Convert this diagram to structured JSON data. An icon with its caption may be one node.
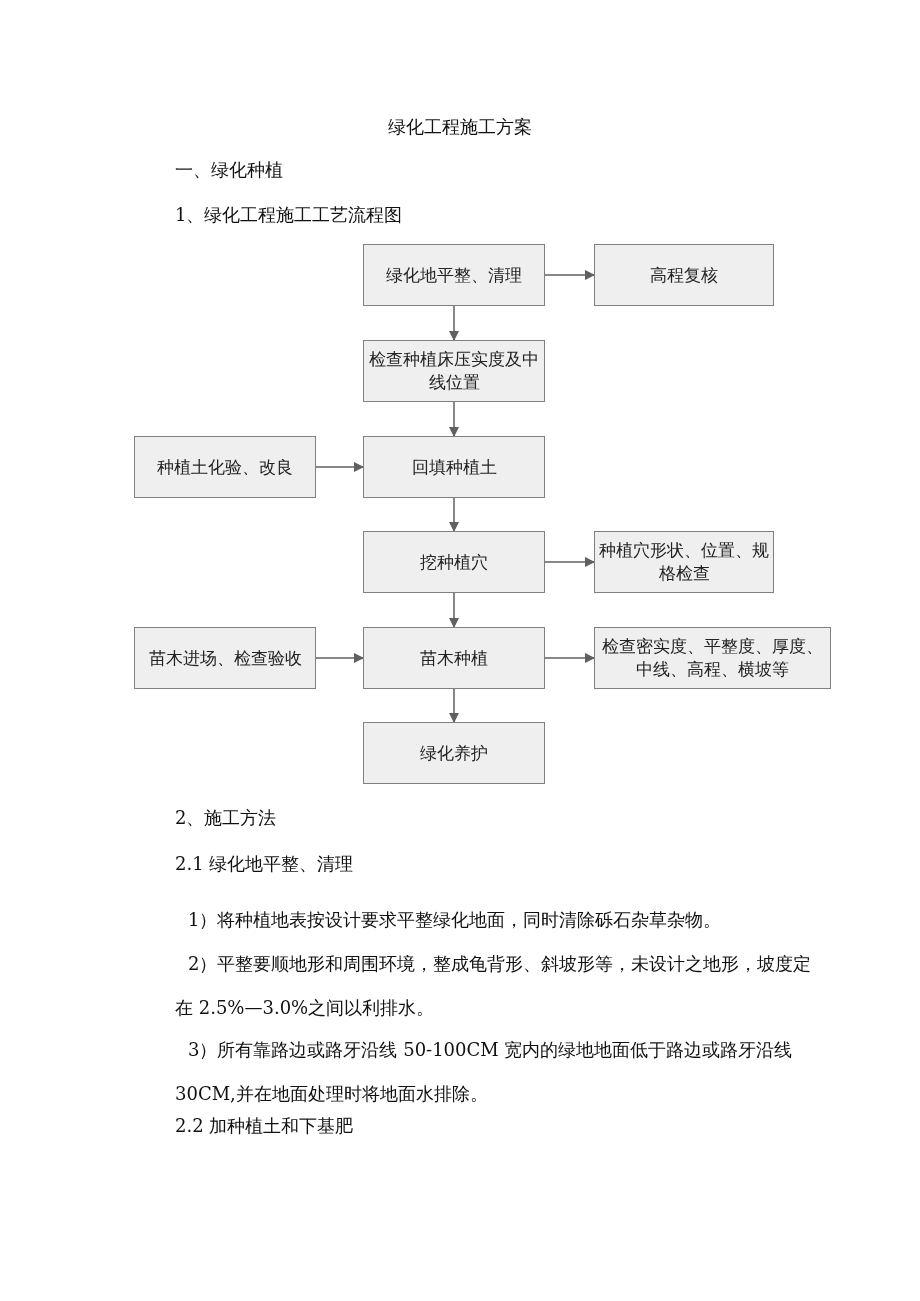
{
  "diagram": {
    "title": "绿化工程施工方案",
    "nodes": [
      {
        "text": [
          "绿化地平整、清理"
        ]
      },
      {
        "text": [
          "高程复核"
        ]
      },
      {
        "text": [
          "检查种植床压实度及中线位置"
        ]
      },
      {
        "text": [
          "种植土化验、改良"
        ]
      },
      {
        "text": [
          "回填种植土"
        ]
      },
      {
        "text": [
          "挖种植穴"
        ]
      },
      {
        "text": [
          "种植穴形状、位置、规格检查"
        ]
      },
      {
        "text": [
          "苗木进场、检查验收"
        ]
      },
      {
        "text": [
          "苗木种植"
        ]
      },
      {
        "text": [
          "检查密实度、平整度、厚度、中线、高程、横坡等"
        ]
      },
      {
        "text": [
          "绿化养护"
        ]
      }
    ],
    "edges": [
      {
        "from": 0,
        "to": 1,
        "arrow": "to"
      },
      {
        "from": 0,
        "to": 2,
        "arrow": "to"
      },
      {
        "from": 2,
        "to": 4,
        "arrow": "to"
      },
      {
        "from": 3,
        "to": 4,
        "arrow": "to"
      },
      {
        "from": 4,
        "to": 5,
        "arrow": "to"
      },
      {
        "from": 5,
        "to": 6,
        "arrow": "to"
      },
      {
        "from": 5,
        "to": 8,
        "arrow": "to"
      },
      {
        "from": 7,
        "to": 8,
        "arrow": "to"
      },
      {
        "from": 8,
        "to": 9,
        "arrow": "to"
      },
      {
        "from": 8,
        "to": 10,
        "arrow": "to"
      }
    ],
    "labels": [
      "一、绿化种植",
      "1、绿化工程施工工艺流程图",
      "2、施工方法",
      "2.1 绿化地平整、清理",
      "1）将种植地表按设计要求平整绿化地面，同时清除砾石杂草杂物。",
      "2）平整要顺地形和周围环境，整成龟背形、斜坡形等，未设计之地形，坡度定在 2.5%—3.0%之间以利排水。",
      "3）所有靠路边或路牙沿线 50-100CM 宽内的绿地地面低于路边或路牙沿线 30CM,并在地面处理时将地面水排除。",
      "2.2 加种植土和下基肥"
    ]
  }
}
